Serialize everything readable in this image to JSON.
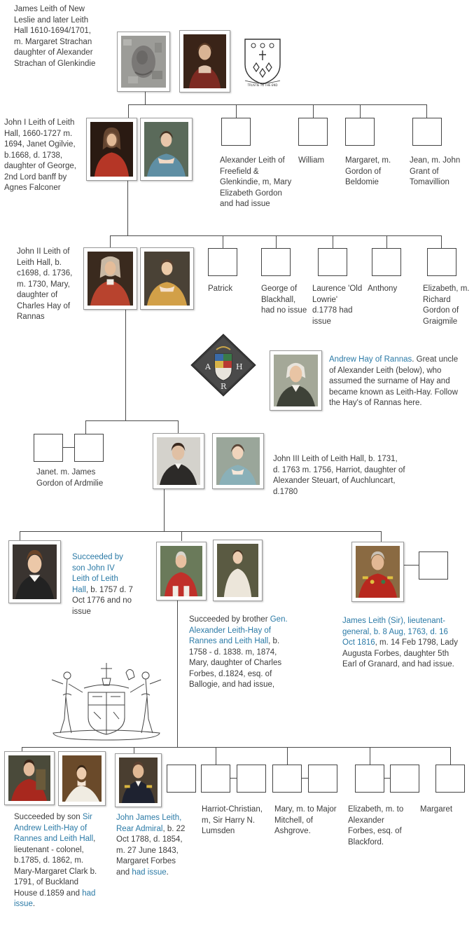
{
  "gen1": {
    "james_leith": "James Leith of New Leslie and later Leith Hall 1610-1694/1701, m. Margaret Strachan daughter of Alexander Strachan of Glenkindie",
    "crest_motto": "TRUSTIE TO THE END"
  },
  "gen2": {
    "john_i": "John I Leith of Leith Hall, 1660-1727 m. 1694, Janet Ogilvie, b.1668, d. 1738, daughter of George, 2nd Lord banff by Agnes Falconer",
    "alexander": "Alexander Leith of Freefield & Glenkindie, m, Mary Elizabeth Gordon and had issue",
    "william": "William",
    "margaret": "Margaret, m. Gordon of Beldomie",
    "jean": "Jean, m. John Grant of Tomavillion"
  },
  "gen3": {
    "john_ii": "John II Leith of Leith Hall, b. c1698, d. 1736, m. 1730, Mary, daughter of Charles Hay of Rannas",
    "patrick": "Patrick",
    "george": "George of Blackhall, had no issue",
    "laurence": "Laurence 'Old Lowrie' d.1778 had issue",
    "anthony": "Anthony",
    "elizabeth": "Elizabeth, m. Richard Gordon of Graigmile",
    "hatchment_letters": [
      "A",
      "H",
      "R"
    ],
    "andrew_link": "Andrew Hay of Rannas",
    "andrew_rest": ". Great uncle of Alexander Leith (below), who assumed the surname of Hay and became known as Leith-Hay. Follow the Hay's of Rannas here."
  },
  "gen4": {
    "janet": "Janet. m. James Gordon of Ardmilie",
    "john_iii": "John III Leith of Leith Hall, b. 1731, d. 1763 m. 1756, Harriot, daughter of Alexander Steuart, of Auchluncart, d.1780"
  },
  "gen5": {
    "john_iv_link": "Succeeded by son John IV Leith of Leith Hall",
    "john_iv_rest": ", b. 1757 d. 7 Oct 1776 and no issue",
    "alex_pre": "Succeeded by brother",
    "alex_link": "Gen. Alexander Leith-Hay of Rannes and Leith Hall",
    "alex_rest": ", b. 1758 - d. 1838. m, 1874, Mary, daughter of Charles Forbes, d.1824, esq. of Ballogie, and had issue,",
    "james_link": "James Leith (Sir), lieutenant-general, b. 8 Aug, 1763, d. 16 Oct 1816",
    "james_rest": ", m. 14 Feb 1798, Lady Augusta Forbes, daughter 5th Earl of Granard, and had issue."
  },
  "gen6": {
    "andrew_pre": "Succeeded by  son",
    "andrew_link": "Sir Andrew Leith-Hay of Rannes and Leith Hall",
    "andrew_mid": ", lieutenant - colonel, b.1785, d. 1862, m. Mary-Margaret Clark b. 1791, of Buckland House d.1859 and",
    "andrew_issue": "had issue",
    "andrew_end": ".",
    "jj_link": "John James Leith, Rear Admiral",
    "jj_mid": ", b. 22 Oct 1788, d. 1854, m. 27 June 1843, Margaret Forbes and",
    "jj_issue": "had issue",
    "jj_end": ".",
    "harriot": "Harriot-Christian, m, Sir Harry N. Lumsden",
    "mary": "Mary, m. to Major Mitchell, of Ashgrove.",
    "elizabeth": "Elizabeth, m. to Alexander Forbes, esq. of Blackford.",
    "margaret": "Margaret"
  },
  "colors": {
    "link": "#2b7aa6",
    "text": "#3d3d3d",
    "line": "#4a4a4a"
  }
}
